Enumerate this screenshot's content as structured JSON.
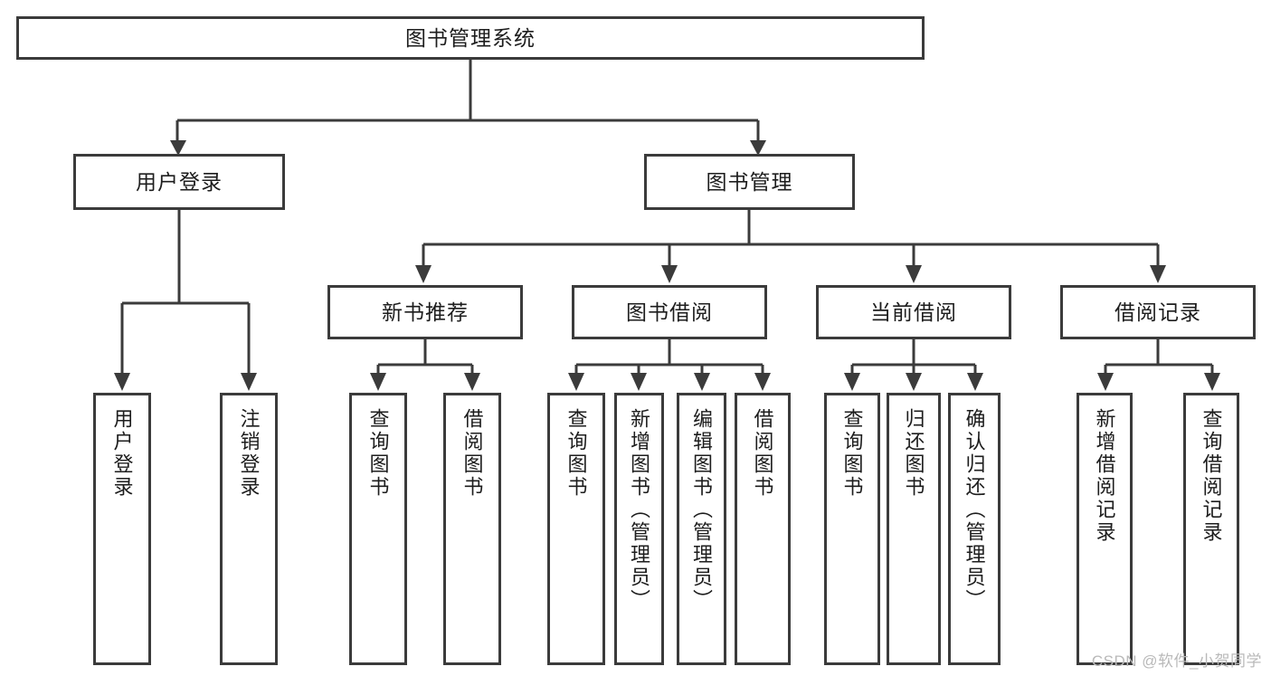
{
  "diagram": {
    "title": "图书管理系统",
    "type": "tree-hierarchy-diagram",
    "root": {
      "id": "root",
      "label": "图书管理系统"
    },
    "level2": [
      {
        "id": "user-login",
        "label": "用户登录"
      },
      {
        "id": "book-management",
        "label": "图书管理"
      }
    ],
    "level3": [
      {
        "id": "new-book-recommend",
        "label": "新书推荐",
        "parent": "book-management"
      },
      {
        "id": "book-borrow",
        "label": "图书借阅",
        "parent": "book-management"
      },
      {
        "id": "current-borrow",
        "label": "当前借阅",
        "parent": "book-management"
      },
      {
        "id": "borrow-record",
        "label": "借阅记录",
        "parent": "book-management"
      }
    ],
    "leaves": [
      {
        "id": "leaf-user-login",
        "label": "用户登录",
        "parent": "user-login"
      },
      {
        "id": "leaf-logout-login",
        "label": "注销登录",
        "parent": "user-login"
      },
      {
        "id": "leaf-query-book-1",
        "label": "查询图书",
        "parent": "new-book-recommend"
      },
      {
        "id": "leaf-borrow-book-1",
        "label": "借阅图书",
        "parent": "new-book-recommend"
      },
      {
        "id": "leaf-query-book-2",
        "label": "查询图书",
        "parent": "book-borrow"
      },
      {
        "id": "leaf-add-book",
        "label": "新增图书（管理员）",
        "parent": "book-borrow"
      },
      {
        "id": "leaf-edit-book",
        "label": "编辑图书（管理员）",
        "parent": "book-borrow"
      },
      {
        "id": "leaf-borrow-book-2",
        "label": "借阅图书",
        "parent": "book-borrow"
      },
      {
        "id": "leaf-query-book-3",
        "label": "查询图书",
        "parent": "current-borrow"
      },
      {
        "id": "leaf-return-book",
        "label": "归还图书",
        "parent": "current-borrow"
      },
      {
        "id": "leaf-confirm-return",
        "label": "确认归还（管理员）",
        "parent": "current-borrow"
      },
      {
        "id": "leaf-add-record",
        "label": "新增借阅记录",
        "parent": "borrow-record"
      },
      {
        "id": "leaf-query-record",
        "label": "查询借阅记录",
        "parent": "borrow-record"
      }
    ],
    "colors": {
      "stroke": "#3b3b3b",
      "fill": "#ffffff",
      "text": "#1d1d1d",
      "watermark": "#b9b9b9"
    }
  },
  "watermark": {
    "text": "CSDN @软件_小贺同学"
  }
}
